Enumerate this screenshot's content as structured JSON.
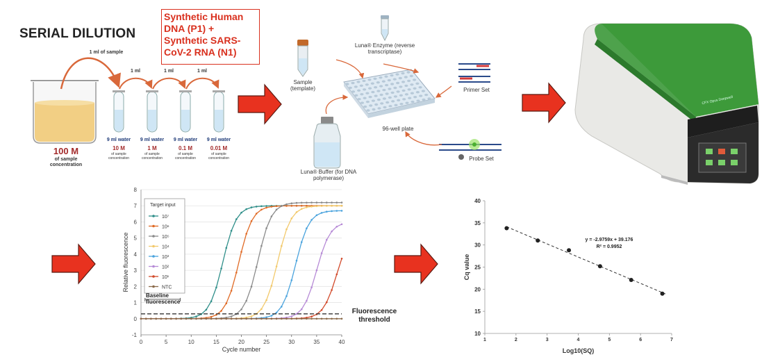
{
  "serial": {
    "title": "SERIAL DILUTION",
    "transfer_top": "1 ml of sample",
    "transfers": [
      "1 ml",
      "1 ml",
      "1 ml"
    ],
    "stock_value": "100 M",
    "stock_caption": "of sample concentration",
    "tubes": [
      {
        "water": "9 ml water",
        "value": "10 M",
        "caption": "of sample concentration"
      },
      {
        "water": "9 ml water",
        "value": "1 M",
        "caption": "of sample concentration"
      },
      {
        "water": "9 ml water",
        "value": "0.1 M",
        "caption": "of sample concentration"
      },
      {
        "water": "9 ml water",
        "value": "0.01 M",
        "caption": "of sample concentration"
      }
    ]
  },
  "callout": {
    "text": "Synthetic Human DNA (P1) + Synthetic SARS-CoV-2 RNA (N1)"
  },
  "assay": {
    "sample": "Sample (template)",
    "enzyme": "Luna® Enzyme (reverse transcriptase)",
    "primer": "Primer Set",
    "plate": "96-well plate",
    "buffer": "Luna® Buffer (for DNA polymerase)",
    "probe": "Probe Set"
  },
  "instrument": {
    "brand": "CFX Opus Deepwell"
  },
  "colors": {
    "arrow_red": "#e8321f",
    "arrow_outline": "#5a1a12",
    "instrument_green": "#3d9a3b",
    "liquid_amber": "#f2cf84",
    "liquid_blue": "#cfe6f5"
  },
  "annotations": {
    "baseline": "Baseline fluorescence",
    "threshold": "Fluorescence threshold"
  },
  "chart_data": [
    {
      "type": "line",
      "title": "",
      "xlabel": "Cycle number",
      "ylabel": "Relative fluorescence",
      "xlim": [
        0,
        40
      ],
      "ylim": [
        -1,
        8
      ],
      "xticks": [
        0,
        5,
        10,
        15,
        20,
        25,
        30,
        35,
        40
      ],
      "yticks": [
        -1,
        0,
        1,
        2,
        3,
        4,
        5,
        6,
        7,
        8
      ],
      "threshold": 0.3,
      "legend_title": "Target input",
      "legend_position": "top-left",
      "series": [
        {
          "name": "10⁷",
          "color": "#2f8f8a",
          "midpoint": 16.3,
          "plateau": 7.0
        },
        {
          "name": "10⁶",
          "color": "#e06a25",
          "midpoint": 19.5,
          "plateau": 7.0
        },
        {
          "name": "10⁵",
          "color": "#8a8a8a",
          "midpoint": 23.3,
          "plateau": 7.2
        },
        {
          "name": "10⁴",
          "color": "#f2c96b",
          "midpoint": 27.2,
          "plateau": 7.0
        },
        {
          "name": "10³",
          "color": "#4aa3dd",
          "midpoint": 30.8,
          "plateau": 6.7
        },
        {
          "name": "10²",
          "color": "#b68ad6",
          "midpoint": 35.0,
          "plateau": 6.0
        },
        {
          "name": "10¹",
          "color": "#d24a2b",
          "midpoint": 39.0,
          "plateau": 5.5
        },
        {
          "name": "NTC",
          "color": "#8a6a4a",
          "flat": true
        }
      ]
    },
    {
      "type": "scatter",
      "xlabel": "Log10(SQ)",
      "ylabel": "Cq value",
      "xlim": [
        1,
        7
      ],
      "ylim": [
        10,
        40
      ],
      "xticks": [
        1,
        2,
        3,
        4,
        5,
        6,
        7
      ],
      "yticks": [
        10,
        15,
        20,
        25,
        30,
        35,
        40
      ],
      "x": [
        1.7,
        2.7,
        3.7,
        4.7,
        5.7,
        6.7
      ],
      "y": [
        33.8,
        31.0,
        28.8,
        25.2,
        22.1,
        19.0
      ],
      "trendline": {
        "slope": -2.9759,
        "intercept": 39.176
      },
      "equation": "y = -2.9759x + 39.176",
      "r2": "R² = 0.9952"
    }
  ]
}
